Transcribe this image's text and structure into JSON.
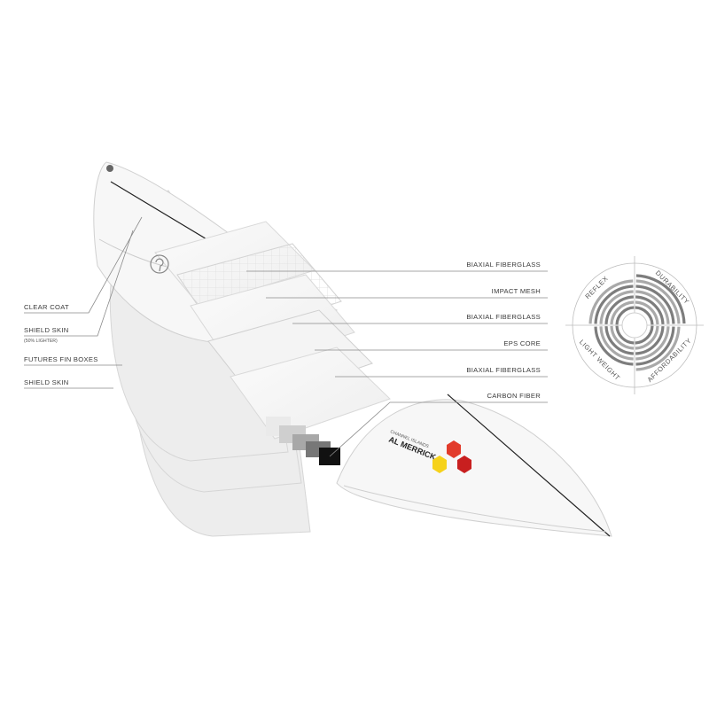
{
  "labels_left": [
    {
      "id": "clear-coat",
      "text": "CLEAR COAT"
    },
    {
      "id": "shield-skin-top",
      "text": "SHIELD SKIN",
      "note": "(50% LIGHTER)"
    },
    {
      "id": "futures-fin-boxes",
      "text": "FUTURES FIN BOXES"
    },
    {
      "id": "shield-skin-bottom",
      "text": "SHIELD SKIN"
    }
  ],
  "labels_right": [
    {
      "id": "biaxial-1",
      "text": "BIAXIAL FIBERGLASS"
    },
    {
      "id": "impact-mesh",
      "text": "IMPACT MESH"
    },
    {
      "id": "biaxial-2",
      "text": "BIAXIAL FIBERGLASS"
    },
    {
      "id": "eps-core",
      "text": "EPS CORE"
    },
    {
      "id": "biaxial-3",
      "text": "BIAXIAL FIBERGLASS"
    },
    {
      "id": "carbon-fiber",
      "text": "CARBON FIBER"
    }
  ],
  "brand": {
    "board_logo": "AL MERRICK",
    "board_logo_small": "CHANNEL ISLANDS",
    "hex_colors": [
      "#e23b2b",
      "#f6d21a",
      "#c81f1f"
    ]
  },
  "rating_wheel": {
    "axes": [
      "REFLEX",
      "DURABILITY",
      "AFFORDABILITY",
      "LIGHT WEIGHT"
    ],
    "ring_color": "#a9a9a9",
    "level_color": "#7d7d7d"
  }
}
